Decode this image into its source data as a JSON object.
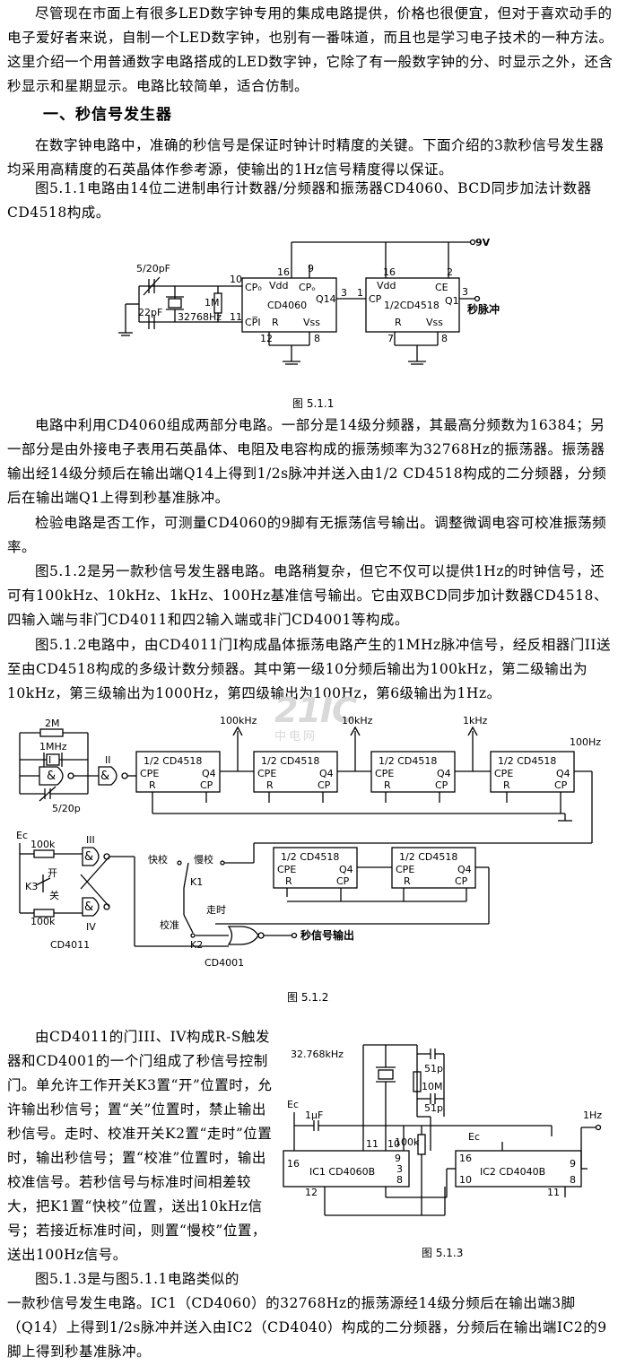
{
  "intro": "尽管现在市面上有很多LED数字钟专用的集成电路提供，价格也很便宜，但对于喜欢动手的电子爱好者来说，自制一个LED数字钟，也别有一番味道，而且也是学习电子技术的一种方法。这里介绍一个用普通数字电路搭成的LED数字钟，它除了有一般数字钟的分、时显示之外，还含秒显示和星期显示。电路比较简单，适合仿制。",
  "section_title": "一、秒信号发生器",
  "para1": "在数字钟电路中，准确的秒信号是保证时钟计时精度的关键。下面介绍的3款秒信号发生器均采用高精度的石英晶体作参考源，使输出的1Hz信号精度得以保证。",
  "para2": "图5.1.1电路由14位二进制串行计数器/分频器和振荡器CD4060、BCD同步加法计数器CD4518构成。",
  "fig1": {
    "caption": "图 5.1.1",
    "vcc": "9V",
    "cap1": "5/20pF",
    "cap2": "22pF",
    "crystal": "32768Hz",
    "res": "1M",
    "ic1": "CD4060",
    "ic2": "1/2CD4518",
    "out": "秒脉冲",
    "pins": {
      "p10": "10",
      "p11": "11",
      "p16a": "16",
      "p9": "9",
      "p12": "12",
      "p8a": "8",
      "p3": "3",
      "p1": "1",
      "p16b": "16",
      "p2": "2",
      "p7": "7",
      "p8b": "8",
      "p3b": "3"
    },
    "ic1_labels": {
      "cp0": "CP₀",
      "vdd": "Vdd",
      "cpo": "CPₒ",
      "q14": "Q14",
      "cpi": "CP̅I",
      "r": "R",
      "vss": "Vss"
    },
    "ic2_labels": {
      "vdd": "Vdd",
      "ce": "CE",
      "cp": "CP",
      "q1": "Q1",
      "r": "R",
      "vss": "Vss"
    }
  },
  "para3": "电路中利用CD4060组成两部分电路。一部分是14级分频器，其最高分频数为16384；另一部分是由外接电子表用石英晶体、电阻及电容构成的振荡频率为32768Hz的振荡器。振荡器输出经14级分频后在输出端Q14上得到1/2s脉冲并送入由1/2 CD4518构成的二分频器，分频后在输出端Q1上得到秒基准脉冲。",
  "para4": "检验电路是否工作，可测量CD4060的9脚有无振荡信号输出。调整微调电容可校准振荡频率。",
  "para5": "图5.1.2是另一款秒信号发生器电路。电路稍复杂，但它不仅可以提供1Hz的时钟信号，还可有100kHz、10kHz、1kHz、100Hz基准信号输出。它由双BCD同步加计数器CD4518、四输入端与非门CD4011和四2输入端或非门CD4001等构成。",
  "para6": "图5.1.2电路中，由CD4011门I构成晶体振荡电路产生的1MHz脉冲信号，经反相器门II送至由CD4518构成的多级计数分频器。其中第一级10分频后输出为100kHz，第二级输出为10kHz，第三级输出为1000Hz，第四级输出为100Hz，第6级输出为1Hz。",
  "watermark": "21IC",
  "watermark_sub": "中电网",
  "fig2": {
    "caption": "图 5.1.2",
    "r2m": "2M",
    "x1m": "1MHz",
    "c520": "5/20p",
    "gate1": "I",
    "gate2": "II",
    "gate3": "III",
    "gate4": "IV",
    "amp": "&",
    "ic": "1/2  CD4518",
    "f100k": "100kHz",
    "f10k": "10kHz",
    "f1k": "1kHz",
    "f100": "100Hz",
    "ec": "Ec",
    "r100k_a": "100k",
    "r100k_b": "100k",
    "on": "开",
    "off": "关",
    "k3": "K3",
    "k1": "K1",
    "k2": "K2",
    "fast": "快校",
    "slow": "慢校",
    "run": "走时",
    "cal": "校准",
    "cd4011": "CD4011",
    "cd4001": "CD4001",
    "out": "秒信号输出",
    "ce": "CPE",
    "q4": "Q4",
    "r": "R",
    "cp": "CP"
  },
  "para7": "由CD4011的门III、IV构成R-S触发器和CD4001的一个门组成了秒信号控制门。单允许工作开关K3置“开”位置时，允许输出秒信号；置“关”位置时，禁止输出秒信号。走时、校准开关K2置“走时”位置时，输出秒信号；置“校准”位置时，输出校准信号。若秒信号与标准时间相差较大，把K1置“快校”位置，送出10kHz信号；若接近标准时间，则置“慢校”位置，送出100Hz信号。",
  "para8": "图5.1.3是与图5.1.1电路类似的",
  "para9": "一款秒信号发生电路。IC1（CD4060）的32768Hz的振荡源经14级分频后在输出端3脚（Q14）上得到1/2s脉冲并送入由IC2（CD4040）构成的二分频器，分频后在输出端IC2的9脚上得到秒基准脉冲。",
  "fig3": {
    "caption": "图 5.1.3",
    "xtal": "32.768kHz",
    "c51a": "51p",
    "c51b": "51p",
    "r10m": "10M",
    "ec1": "Ec",
    "ec2": "Ec",
    "c1u": "1μF",
    "r100k": "100k",
    "ic1": "IC1  CD4060B",
    "ic2": "IC2  CD4040B",
    "out": "1Hz",
    "pins": {
      "a16": "16",
      "a11": "11",
      "a10": "10",
      "a9": "9",
      "a3": "3",
      "a8": "8",
      "a12": "12",
      "b16": "16",
      "b10": "10",
      "b9": "9",
      "b8": "8",
      "b11": "11"
    }
  }
}
